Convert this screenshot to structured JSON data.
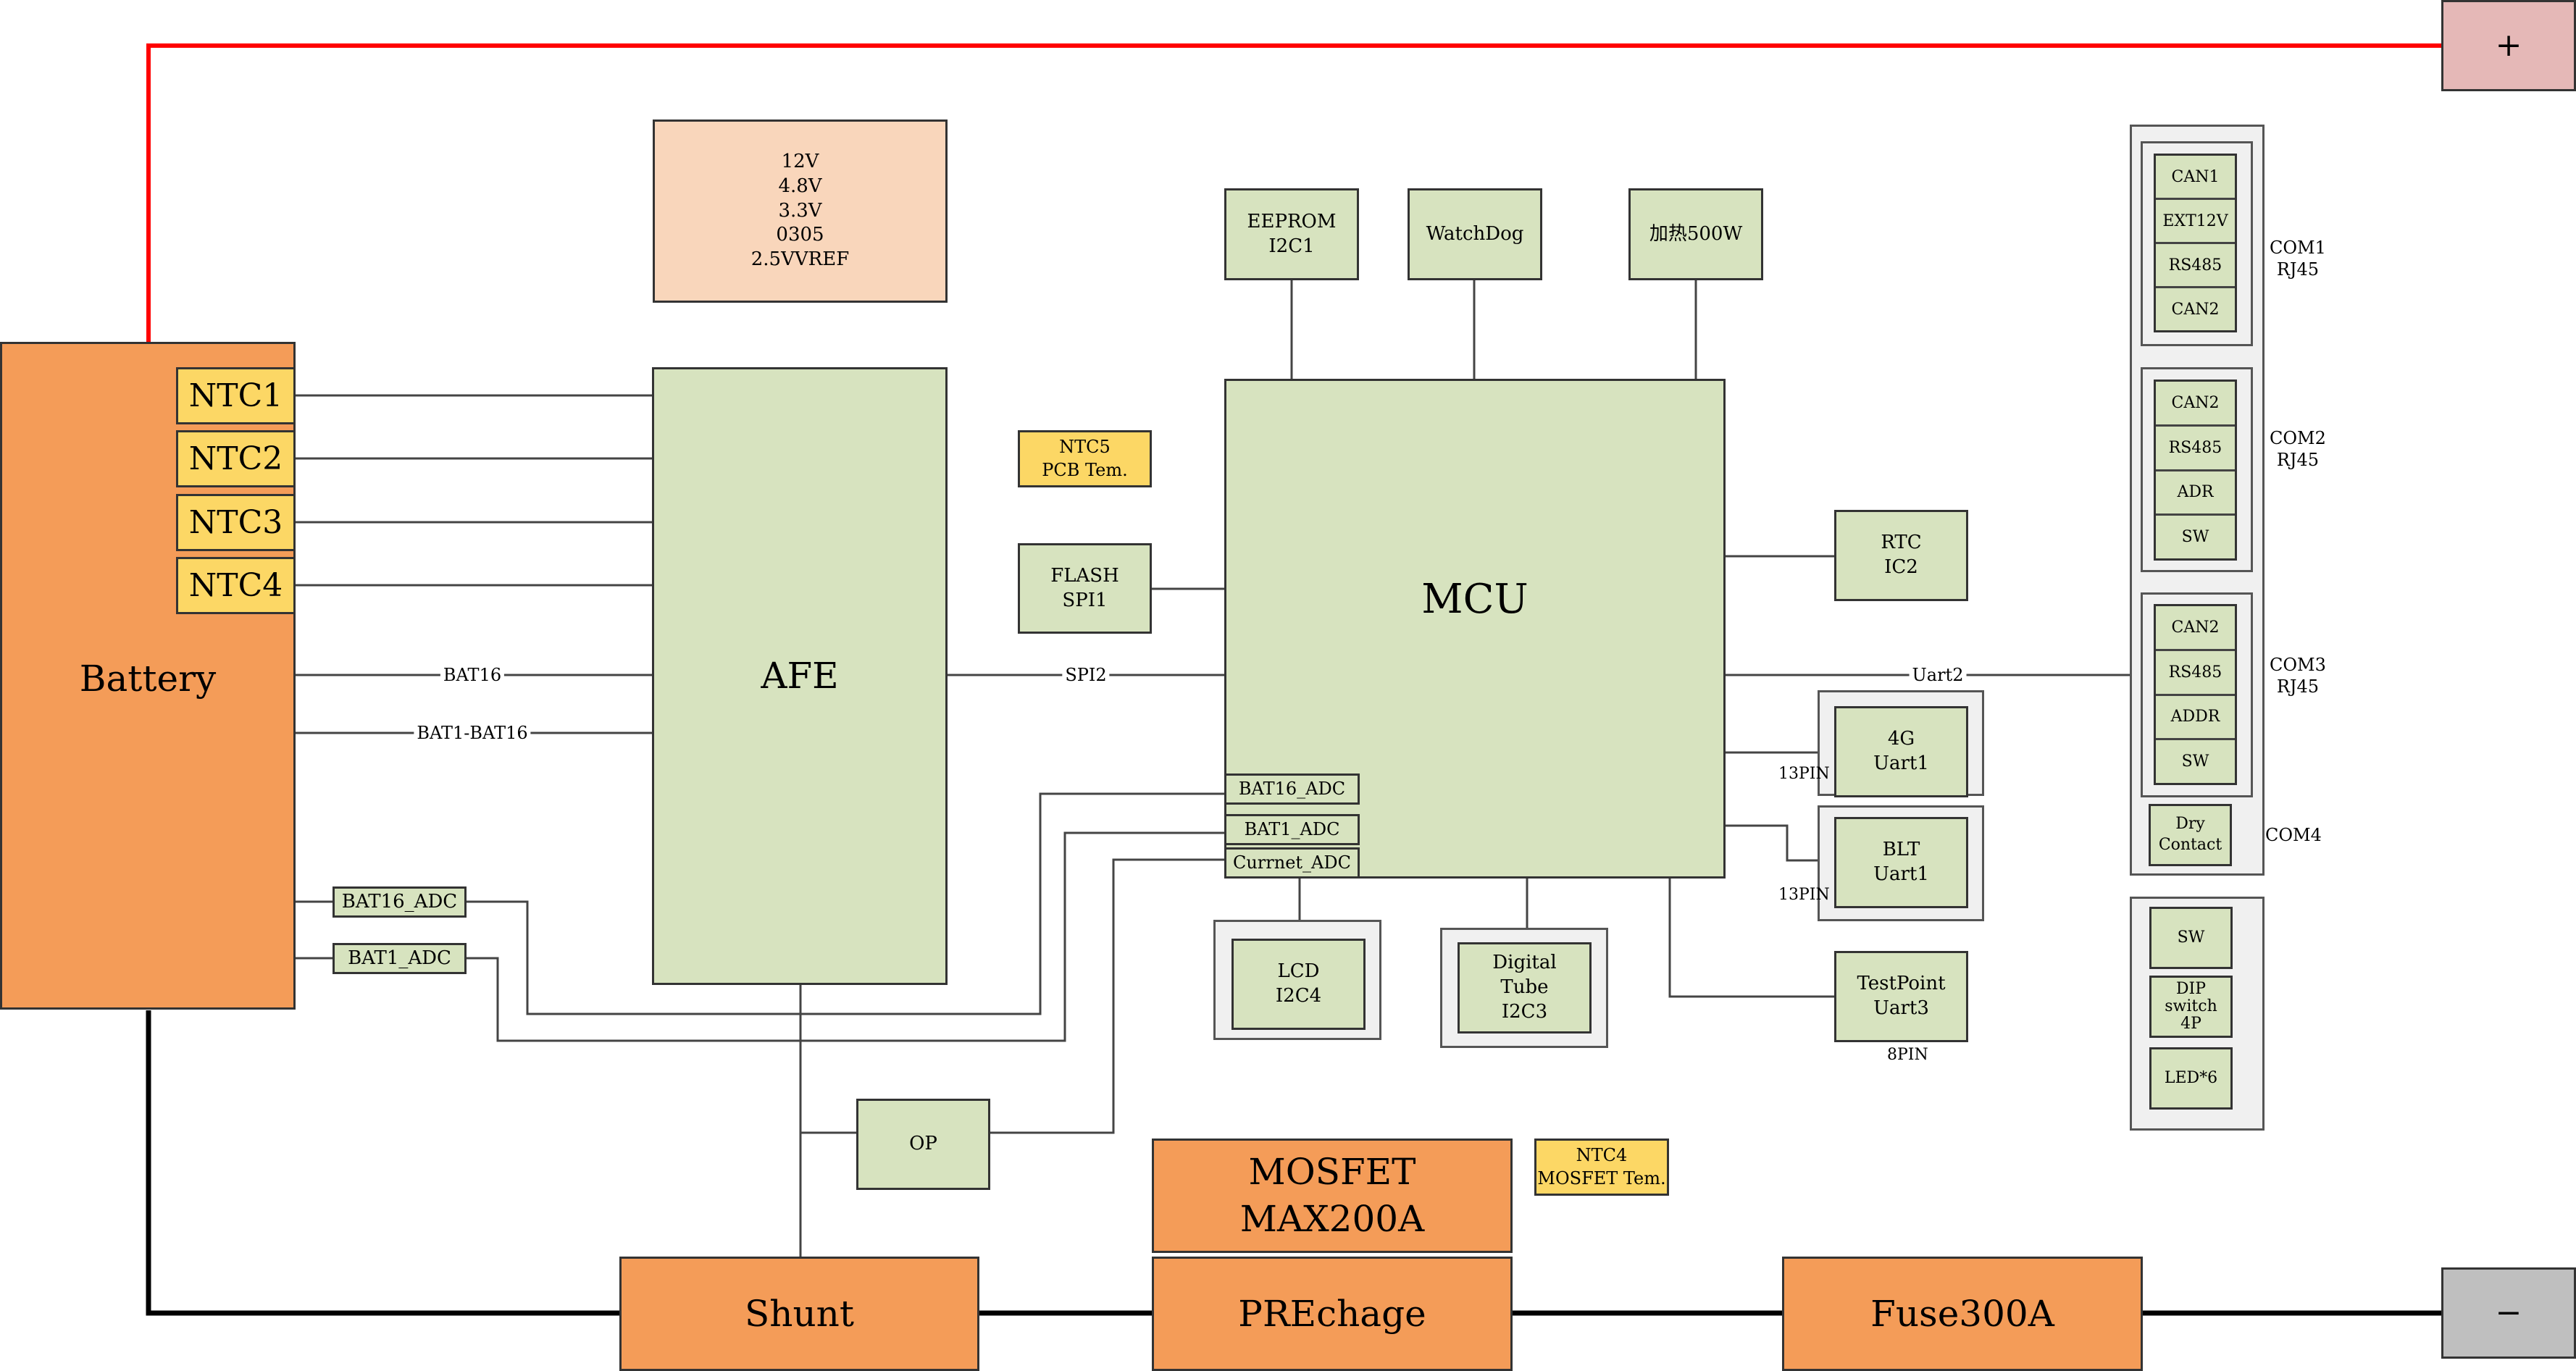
{
  "terminals": {
    "positive": "+",
    "negative": "−"
  },
  "battery": {
    "label": "Battery",
    "ntc": [
      "NTC1",
      "NTC2",
      "NTC3",
      "NTC4"
    ]
  },
  "power_supply": {
    "lines": "12V\n4.8V\n3.3V\n0305\n2.5VVREF"
  },
  "afe": {
    "label": "AFE"
  },
  "mcu": {
    "label": "MCU",
    "adc_ports": [
      "BAT16_ADC",
      "BAT1_ADC",
      "Currnet_ADC"
    ]
  },
  "peripherals": {
    "eeprom": "EEPROM\nI2C1",
    "watchdog": "WatchDog",
    "heater": "加热500W",
    "ntc5": "NTC5\nPCB Tem.",
    "flash": "FLASH\nSPI1",
    "rtc": "RTC\nIC2",
    "module_4g": "4G\nUart1",
    "blt": "BLT\nUart1",
    "lcd": "LCD\nI2C4",
    "digital_tube": "Digital\nTube\nI2C3",
    "testpoint": "TestPoint\nUart3",
    "op": "OP",
    "ntc4_mosfet": "NTC4\nMOSFET Tem."
  },
  "pin_labels": {
    "pin_4g": "13PIN",
    "pin_blt": "13PIN",
    "pin_testpoint": "8PIN"
  },
  "battery_adc": [
    "BAT16_ADC",
    "BAT1_ADC"
  ],
  "net_labels": {
    "bat16": "BAT16",
    "bat1_bat16": "BAT1-BAT16",
    "spi2": "SPI2",
    "uart2": "Uart2"
  },
  "power_path": {
    "shunt": "Shunt",
    "mosfet": "MOSFET\nMAX200A",
    "precharge": "PREchage",
    "fuse": "Fuse300A"
  },
  "com_ports": [
    {
      "name": "COM1\nRJ45",
      "pins": [
        "CAN1",
        "EXT12V",
        "RS485",
        "CAN2"
      ]
    },
    {
      "name": "COM2\nRJ45",
      "pins": [
        "CAN2",
        "RS485",
        "ADR",
        "SW"
      ]
    },
    {
      "name": "COM3\nRJ45",
      "pins": [
        "CAN2",
        "RS485",
        "ADDR",
        "SW"
      ]
    },
    {
      "name": "COM4",
      "pins": [
        "Dry\nContact"
      ]
    }
  ],
  "io_panel": [
    "SW",
    "DIP\nswitch\n4P",
    "LED*6"
  ],
  "colors": {
    "positive_wire": "#ff0000",
    "component_green": "#d7e3bf",
    "power_orange": "#f49c58",
    "ntc_yellow": "#fcd765"
  }
}
